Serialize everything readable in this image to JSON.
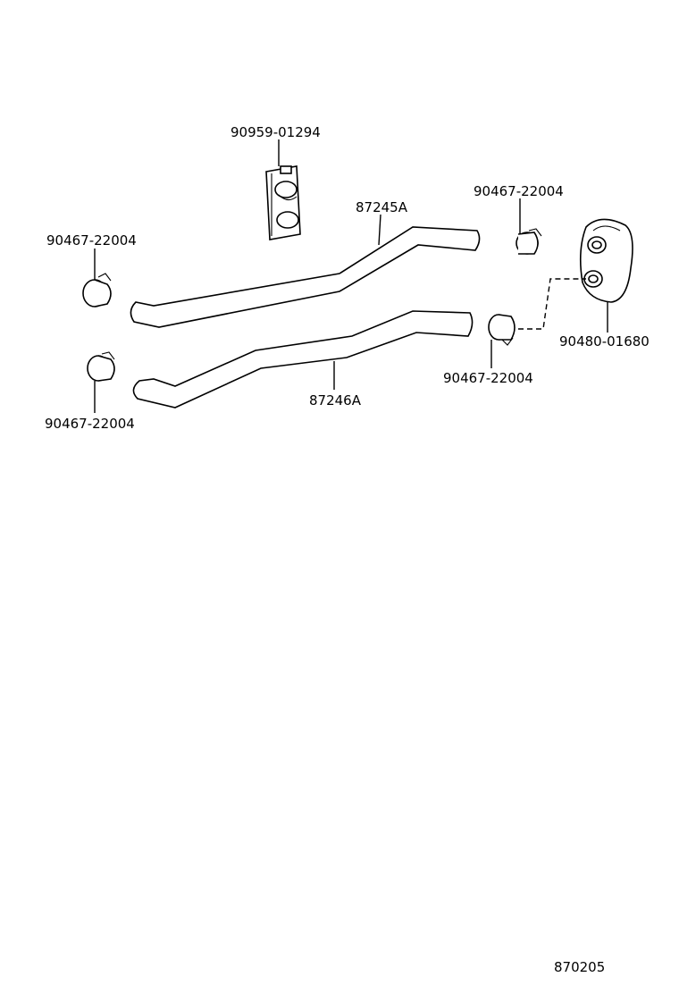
{
  "labels": {
    "clamp_holder": "90959-01294",
    "hose_upper": "87245A",
    "hose_lower": "87246A",
    "clip_upper_left": "90467-22004",
    "clip_lower_left": "90467-22004",
    "clip_upper_right": "90467-22004",
    "clip_lower_right": "90467-22004",
    "grommet": "90480-01680"
  },
  "diagram_code": "870205"
}
